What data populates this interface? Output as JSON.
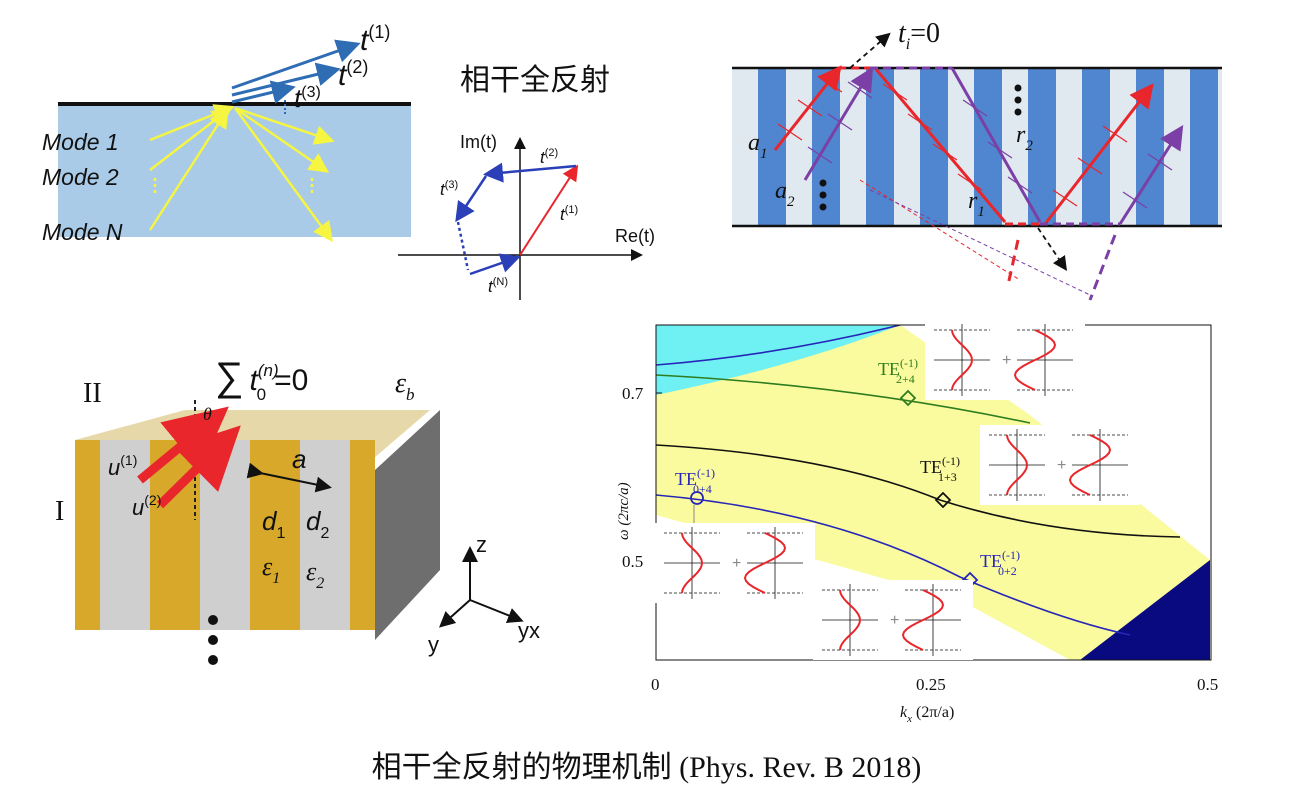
{
  "title": "相干全反射",
  "caption": "相干全反射的物理机制 (Phys. Rev. B 2018)",
  "panel_modes": {
    "labels": [
      "Mode 1",
      "Mode 2",
      "Mode N"
    ],
    "t1": "t",
    "t1_sup": "(1)",
    "t2": "t",
    "t2_sup": "(2)",
    "t3": "t",
    "t3_sup": "(3)",
    "colors": {
      "slab": "#a9cbe8",
      "yellow": "#f5f542",
      "blue": "#2e6db4"
    }
  },
  "panel_complex": {
    "im_label": "Im(t)",
    "re_label": "Re(t)",
    "v1": "t",
    "v1_sup": "(1)",
    "v2": "t",
    "v2_sup": "(2)",
    "v3": "t",
    "v3_sup": "(3)",
    "vn": "t",
    "vn_sup": "(N)"
  },
  "panel_grating": {
    "ti": "t",
    "ti_sub": "i",
    "ti_eq": "=0",
    "a1": "a",
    "a1_sub": "1",
    "a2": "a",
    "a2_sub": "2",
    "r1": "r",
    "r1_sub": "1",
    "r2": "r",
    "r2_sub": "2",
    "colors": {
      "dark_stripe": "#4f86cf",
      "light_stripe": "#dfe9ef",
      "red": "#e8262c",
      "purple": "#7b3fa6"
    }
  },
  "panel_3d": {
    "sum_sym": "∑",
    "sum_t": "t",
    "sum_sub": "0",
    "sum_sup": "(n)",
    "sum_eq": "=0",
    "region_ii": "II",
    "region_i": "I",
    "eps_b": "ε",
    "eps_b_sub": "b",
    "theta": "θ",
    "u1": "u",
    "u1_sup": "(1)",
    "u2": "u",
    "u2_sup": "(2)",
    "a": "a",
    "d1": "d",
    "d1_sub": "1",
    "d2": "d",
    "d2_sub": "2",
    "e1": "ε",
    "e1_sub": "1",
    "e2": "ε",
    "e2_sub": "2",
    "axis_z": "z",
    "axis_y": "y",
    "axis_yx": "yx",
    "colors": {
      "gold": "#d8a82a",
      "silver": "#cfcfcf",
      "dark_side": "#6e6e6e"
    }
  },
  "panel_band": {
    "ylabel": "ω (2πc/a)",
    "xlabel_k": "k",
    "xlabel_sub": "x",
    "xlabel_rest": " (2π/a)",
    "xticks": [
      "0",
      "0.25",
      "0.5"
    ],
    "yticks": [
      "0.5",
      "0.7"
    ],
    "modes": [
      {
        "name": "TE",
        "sup": "(-1)",
        "sub": "2+4",
        "color": "#2e7d1e"
      },
      {
        "name": "TE",
        "sup": "(-1)",
        "sub": "1+3",
        "color": "#111111"
      },
      {
        "name": "TE",
        "sup": "(-1)",
        "sub": "0+4",
        "color": "#2626b8"
      },
      {
        "name": "TE",
        "sup": "(-1)",
        "sub": "0+2",
        "color": "#2626b8"
      }
    ],
    "plus": "+",
    "colors": {
      "gap": "#fafa9e",
      "light_cone": "#6ff0f2",
      "navy": "#0a0a80"
    }
  }
}
